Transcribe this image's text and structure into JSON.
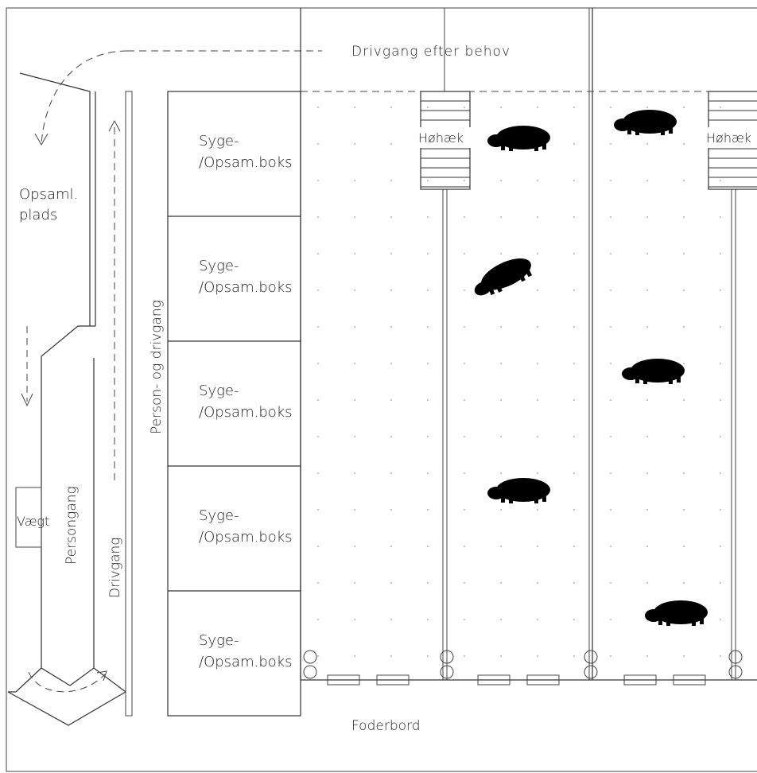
{
  "labels": {
    "drivgang_efter_behov": "Drivgang efter behov",
    "opsaml_line1": "Opsaml.",
    "opsaml_line2": "plads",
    "person_og_drivgang": "Person- og drivgang",
    "personggang": "Persongang",
    "drivgang": "Drivgang",
    "vaegt": "Vægt",
    "foderbord": "Foderbord",
    "hohaek": "Høhæk"
  },
  "boxes": [
    {
      "line1": "Syge-",
      "line2": "/Opsam.boks"
    },
    {
      "line1": "Syge-",
      "line2": "/Opsam.boks"
    },
    {
      "line1": "Syge-",
      "line2": "/Opsam.boks"
    },
    {
      "line1": "Syge-",
      "line2": "/Opsam.boks"
    },
    {
      "line1": "Syge-",
      "line2": "/Opsam.boks"
    }
  ],
  "colors": {
    "line": "#333333",
    "animal": "#000000"
  }
}
